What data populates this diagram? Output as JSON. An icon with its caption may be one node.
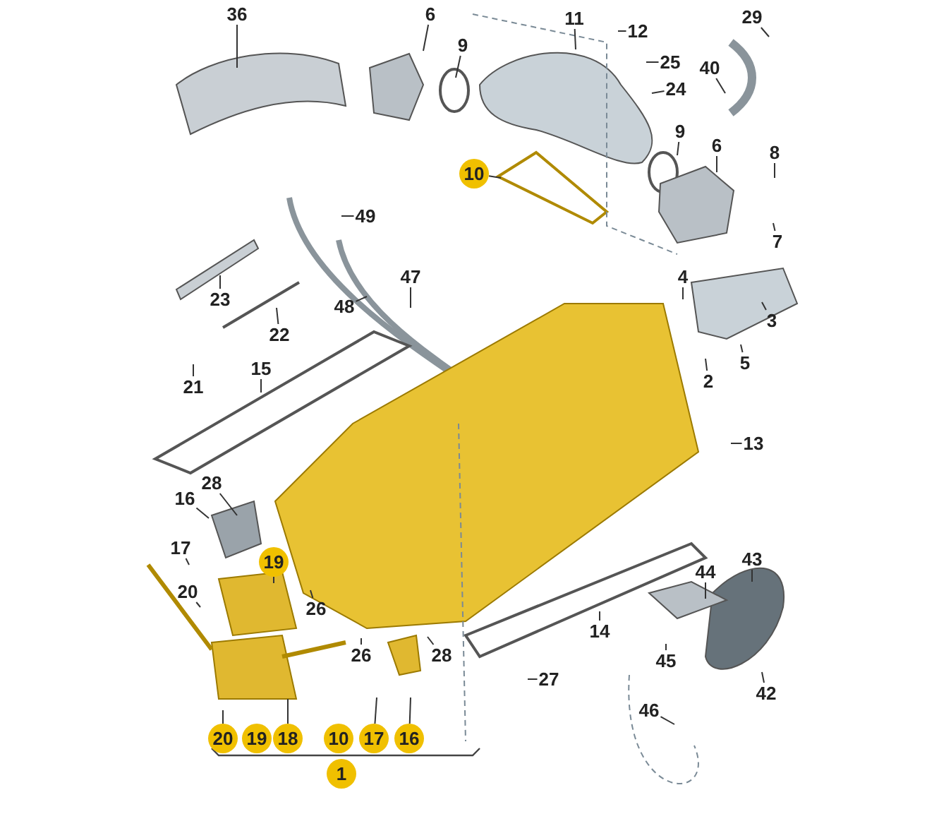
{
  "diagram": {
    "nodes": [
      {
        "text": [
          "36"
        ]
      },
      {
        "text": [
          "6"
        ]
      },
      {
        "text": [
          "9"
        ]
      },
      {
        "text": [
          "11"
        ]
      },
      {
        "text": [
          "12"
        ]
      },
      {
        "text": [
          "29"
        ]
      },
      {
        "text": [
          "25"
        ]
      },
      {
        "text": [
          "24"
        ]
      },
      {
        "text": [
          "40"
        ]
      },
      {
        "text": [
          "9"
        ]
      },
      {
        "text": [
          "6"
        ]
      },
      {
        "text": [
          "8"
        ]
      },
      {
        "text": [
          "10"
        ]
      },
      {
        "text": [
          "7"
        ]
      },
      {
        "text": [
          "49"
        ]
      },
      {
        "text": [
          "47"
        ]
      },
      {
        "text": [
          "48"
        ]
      },
      {
        "text": [
          "23"
        ]
      },
      {
        "text": [
          "22"
        ]
      },
      {
        "text": [
          "4"
        ]
      },
      {
        "text": [
          "3"
        ]
      },
      {
        "text": [
          "21"
        ]
      },
      {
        "text": [
          "15"
        ]
      },
      {
        "text": [
          "5"
        ]
      },
      {
        "text": [
          "2"
        ]
      },
      {
        "text": [
          "13"
        ]
      },
      {
        "text": [
          "28"
        ]
      },
      {
        "text": [
          "16"
        ]
      },
      {
        "text": [
          "17"
        ]
      },
      {
        "text": [
          "19"
        ]
      },
      {
        "text": [
          "20"
        ]
      },
      {
        "text": [
          "26"
        ]
      },
      {
        "text": [
          "43"
        ]
      },
      {
        "text": [
          "44"
        ]
      },
      {
        "text": [
          "26"
        ]
      },
      {
        "text": [
          "28"
        ]
      },
      {
        "text": [
          "14"
        ]
      },
      {
        "text": [
          "45"
        ]
      },
      {
        "text": [
          "27"
        ]
      },
      {
        "text": [
          "42"
        ]
      },
      {
        "text": [
          "46"
        ]
      },
      {
        "text": [
          "20"
        ]
      },
      {
        "text": [
          "18"
        ]
      },
      {
        "text": [
          "17"
        ]
      },
      {
        "text": [
          "16"
        ]
      },
      {
        "text": [
          "19"
        ]
      },
      {
        "text": [
          "10"
        ]
      },
      {
        "text": [
          "1"
        ]
      }
    ],
    "edges": [
      {
        "from": 0,
        "to": null,
        "arrow": "none"
      },
      {
        "from": 1,
        "to": null,
        "arrow": "none"
      },
      {
        "from": 2,
        "to": null,
        "arrow": "none"
      },
      {
        "from": 3,
        "to": null,
        "arrow": "none"
      },
      {
        "from": 4,
        "to": null,
        "arrow": "none"
      },
      {
        "from": 5,
        "to": null,
        "arrow": "none"
      },
      {
        "from": 6,
        "to": null,
        "arrow": "none"
      },
      {
        "from": 7,
        "to": null,
        "arrow": "none"
      },
      {
        "from": 8,
        "to": null,
        "arrow": "none"
      },
      {
        "from": 9,
        "to": null,
        "arrow": "none"
      },
      {
        "from": 10,
        "to": null,
        "arrow": "none"
      },
      {
        "from": 11,
        "to": null,
        "arrow": "none"
      },
      {
        "from": 12,
        "to": null,
        "arrow": "none"
      },
      {
        "from": 13,
        "to": null,
        "arrow": "none"
      },
      {
        "from": 14,
        "to": null,
        "arrow": "none"
      },
      {
        "from": 15,
        "to": null,
        "arrow": "none"
      },
      {
        "from": 16,
        "to": null,
        "arrow": "none"
      },
      {
        "from": 17,
        "to": null,
        "arrow": "none"
      },
      {
        "from": 18,
        "to": null,
        "arrow": "none"
      },
      {
        "from": 19,
        "to": null,
        "arrow": "none"
      },
      {
        "from": 20,
        "to": null,
        "arrow": "none"
      },
      {
        "from": 21,
        "to": null,
        "arrow": "none"
      },
      {
        "from": 22,
        "to": null,
        "arrow": "none"
      },
      {
        "from": 23,
        "to": null,
        "arrow": "none"
      },
      {
        "from": 24,
        "to": null,
        "arrow": "none"
      },
      {
        "from": 25,
        "to": null,
        "arrow": "none"
      },
      {
        "from": 26,
        "to": null,
        "arrow": "none"
      },
      {
        "from": 27,
        "to": null,
        "arrow": "none"
      },
      {
        "from": 28,
        "to": null,
        "arrow": "none"
      },
      {
        "from": 29,
        "to": null,
        "arrow": "none"
      },
      {
        "from": 30,
        "to": null,
        "arrow": "none"
      },
      {
        "from": 31,
        "to": null,
        "arrow": "none"
      },
      {
        "from": 32,
        "to": null,
        "arrow": "none"
      },
      {
        "from": 33,
        "to": null,
        "arrow": "none"
      },
      {
        "from": 34,
        "to": null,
        "arrow": "none"
      },
      {
        "from": 35,
        "to": null,
        "arrow": "none"
      },
      {
        "from": 36,
        "to": null,
        "arrow": "none"
      },
      {
        "from": 37,
        "to": null,
        "arrow": "none"
      },
      {
        "from": 38,
        "to": null,
        "arrow": "none"
      },
      {
        "from": 39,
        "to": null,
        "arrow": "none"
      },
      {
        "from": 40,
        "to": null,
        "arrow": "none"
      },
      {
        "from": 41,
        "to": null,
        "arrow": "none"
      },
      {
        "from": 42,
        "to": null,
        "arrow": "none"
      },
      {
        "from": 43,
        "to": null,
        "arrow": "none"
      },
      {
        "from": 44,
        "to": null,
        "arrow": "none"
      }
    ]
  }
}
